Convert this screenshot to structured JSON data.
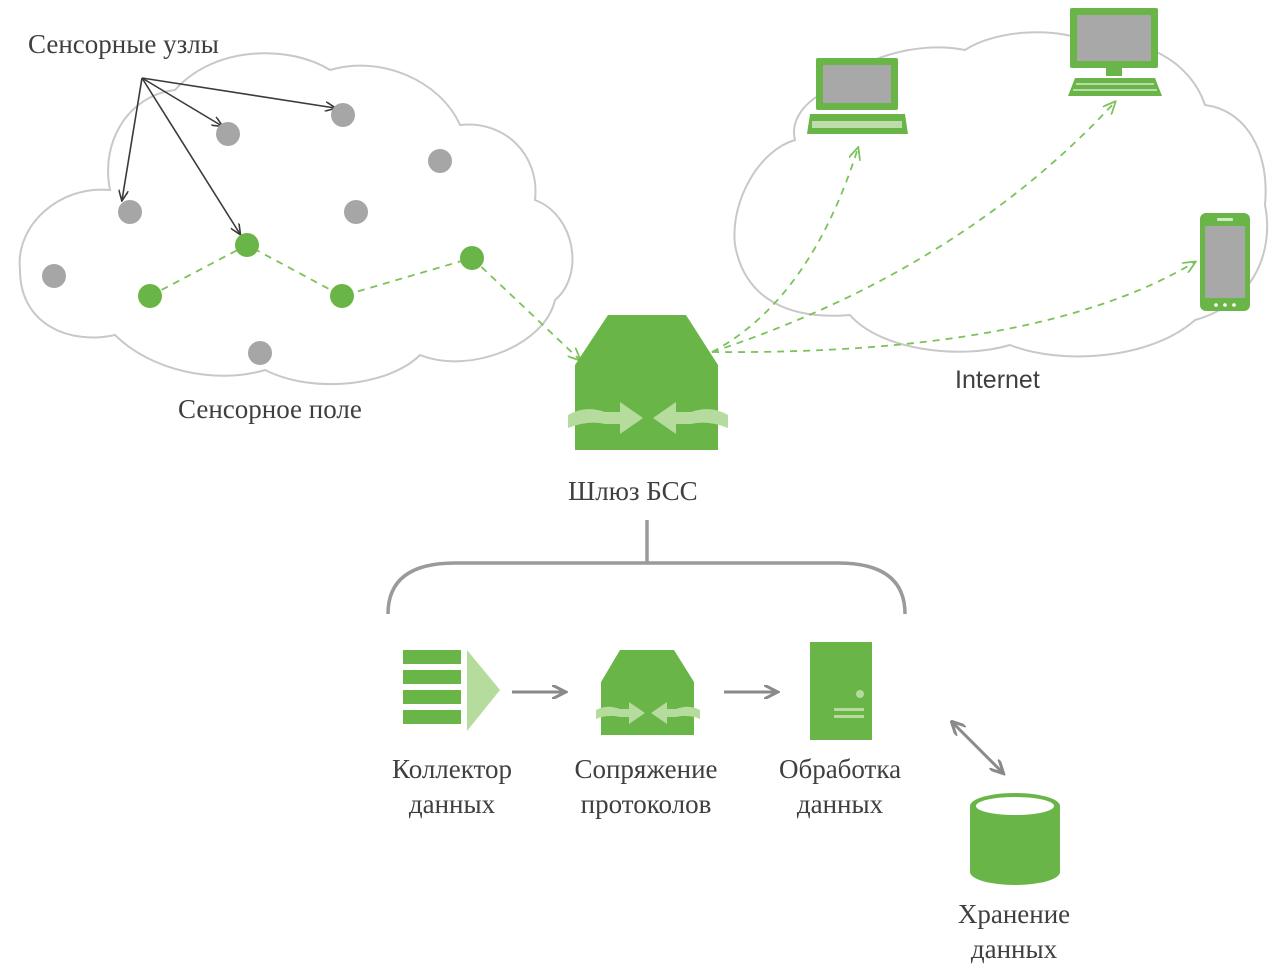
{
  "labels": {
    "sensor_nodes": "Сенсорные узлы",
    "sensor_field": "Сенсорное поле",
    "internet": "Internet",
    "gateway": "Шлюз БСС",
    "collector": [
      "Коллектор",
      "данных"
    ],
    "protocol": [
      "Сопряжение",
      "протоколов"
    ],
    "processing": [
      "Обработка",
      "данных"
    ],
    "storage": [
      "Хранение",
      "данных"
    ]
  },
  "colors": {
    "green": "#6ab547",
    "light_green": "#b5dc9c",
    "gray_node": "#a6a6a6",
    "cloud_stroke": "#c8c8c8",
    "arrow": "#3a3a3a",
    "bracket": "#9a9a9a"
  },
  "icons": [
    "laptop-icon",
    "desktop-icon",
    "smartphone-icon",
    "gateway-icon",
    "collector-icon",
    "protocol-icon",
    "server-icon",
    "database-icon"
  ]
}
